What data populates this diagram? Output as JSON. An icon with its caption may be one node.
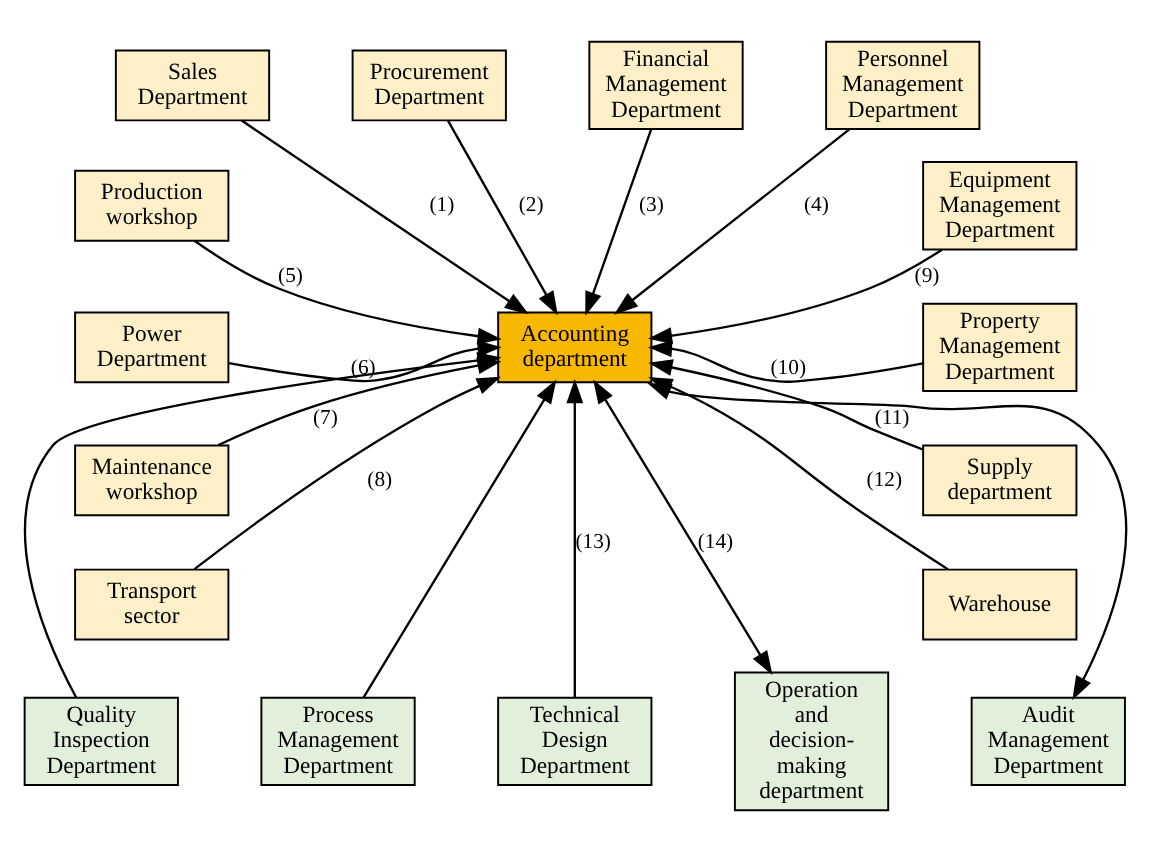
{
  "diagram": {
    "nodes": [
      {
        "text": [
          "Sales Department"
        ]
      },
      {
        "text": [
          "Procurement Department"
        ]
      },
      {
        "text": [
          "Financial Management Department"
        ]
      },
      {
        "text": [
          "Personnel Management Department"
        ]
      },
      {
        "text": [
          "Production workshop"
        ]
      },
      {
        "text": [
          "Power Department"
        ]
      },
      {
        "text": [
          "Maintenance workshop"
        ]
      },
      {
        "text": [
          "Transport sector"
        ]
      },
      {
        "text": [
          "Equipment Management Department"
        ]
      },
      {
        "text": [
          "Property Management Department"
        ]
      },
      {
        "text": [
          "Supply department"
        ]
      },
      {
        "text": [
          "Warehouse"
        ]
      },
      {
        "text": [
          "Accounting department"
        ]
      },
      {
        "text": [
          "Quality Inspection Department"
        ]
      },
      {
        "text": [
          "Process Management Department"
        ]
      },
      {
        "text": [
          "Technical Design Department"
        ]
      },
      {
        "text": [
          "Operation and decision-making department"
        ]
      },
      {
        "text": [
          "Audit Management Department"
        ]
      }
    ],
    "edges": [
      {
        "from": 0,
        "to": 12,
        "arrow": "to",
        "label": "(1)"
      },
      {
        "from": 1,
        "to": 12,
        "arrow": "to",
        "label": "(2)"
      },
      {
        "from": 2,
        "to": 12,
        "arrow": "to",
        "label": "(3)"
      },
      {
        "from": 3,
        "to": 12,
        "arrow": "to",
        "label": "(4)"
      },
      {
        "from": 4,
        "to": 12,
        "arrow": "to",
        "label": "(5)"
      },
      {
        "from": 5,
        "to": 12,
        "arrow": "to",
        "label": "(6)"
      },
      {
        "from": 6,
        "to": 12,
        "arrow": "to",
        "label": "(7)"
      },
      {
        "from": 7,
        "to": 12,
        "arrow": "to",
        "label": "(8)"
      },
      {
        "from": 8,
        "to": 12,
        "arrow": "to",
        "label": "(9)"
      },
      {
        "from": 9,
        "to": 12,
        "arrow": "to",
        "label": "(10)"
      },
      {
        "from": 10,
        "to": 12,
        "arrow": "to",
        "label": "(11)"
      },
      {
        "from": 11,
        "to": 12,
        "arrow": "to",
        "label": "(12)"
      },
      {
        "from": 13,
        "to": 12,
        "arrow": "to"
      },
      {
        "from": 14,
        "to": 12,
        "arrow": "to"
      },
      {
        "from": 15,
        "to": 12,
        "arrow": "to",
        "label": "(13)"
      },
      {
        "from": 12,
        "to": 16,
        "arrow": "both",
        "label": "(14)"
      },
      {
        "from": 12,
        "to": 17,
        "arrow": "both"
      }
    ]
  }
}
